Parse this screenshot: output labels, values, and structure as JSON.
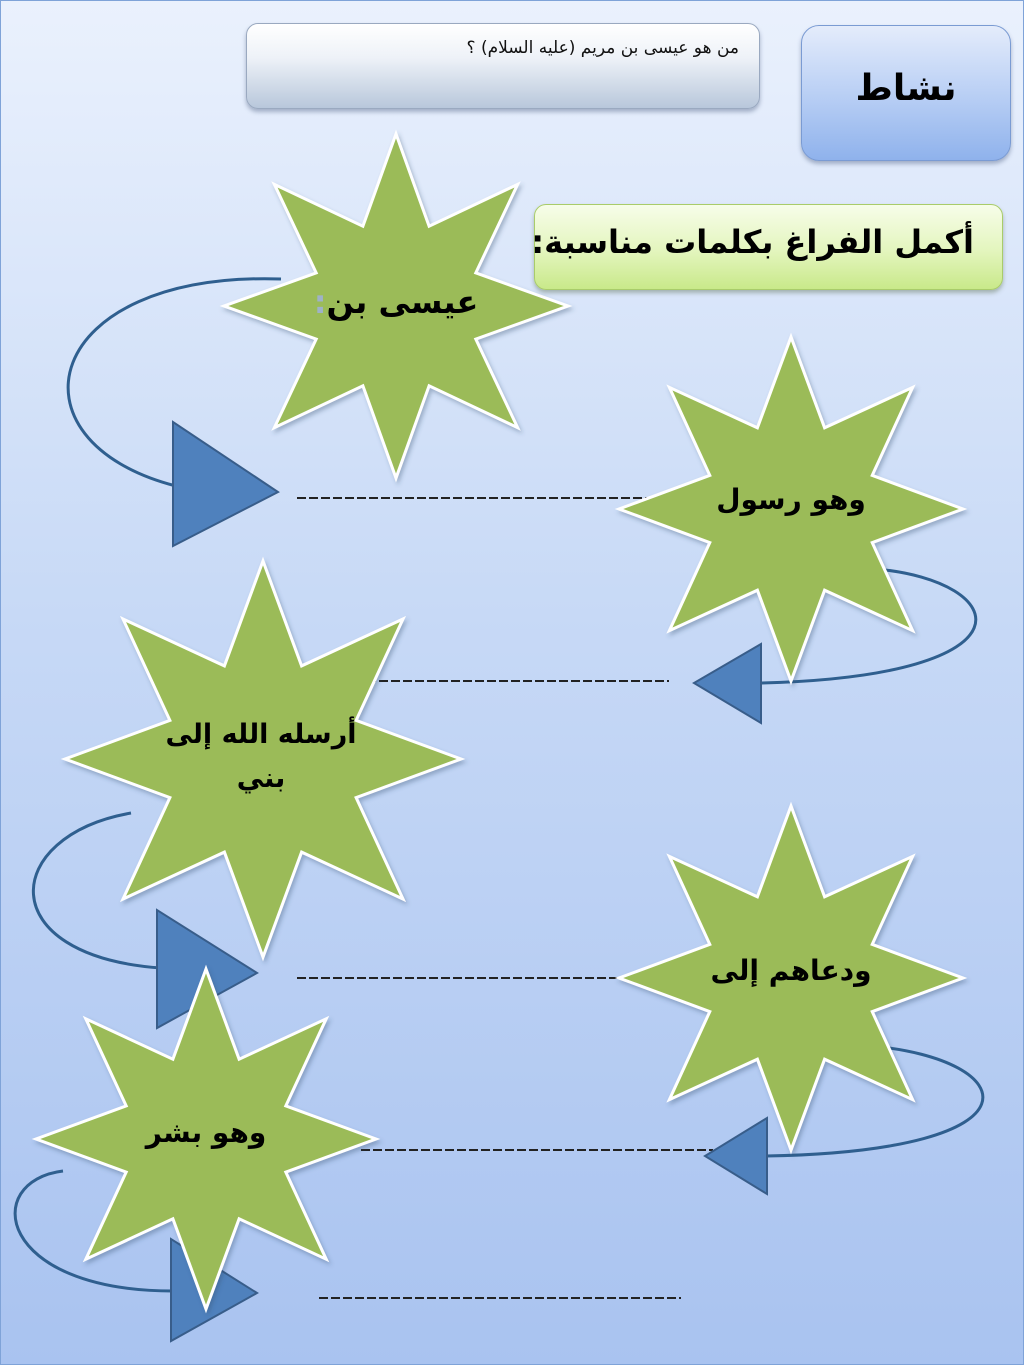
{
  "header": {
    "question": "من هو عيسى بن مريم  (عليه السلام) ؟",
    "activity_title": "نشاط"
  },
  "instruction": "أكمل الفراغ بكلمات مناسبة:",
  "stars": [
    {
      "text": "عيسى بن",
      "suffix": ":"
    },
    {
      "text": "وهو رسول",
      "suffix": ""
    },
    {
      "text_line1": "أرسله الله إلى",
      "text_line2": "بني"
    },
    {
      "text": "ودعاهم إلى",
      "suffix": ""
    },
    {
      "text": "وهو بشر",
      "suffix": ""
    }
  ],
  "blank_line": "--------------------------------",
  "colors": {
    "star_fill": "#9bbb59",
    "star_stroke": "#ffffff",
    "arrow_fill": "#4f81bd",
    "arrow_stroke": "#385d8a",
    "curve": "#2f5f8f"
  }
}
